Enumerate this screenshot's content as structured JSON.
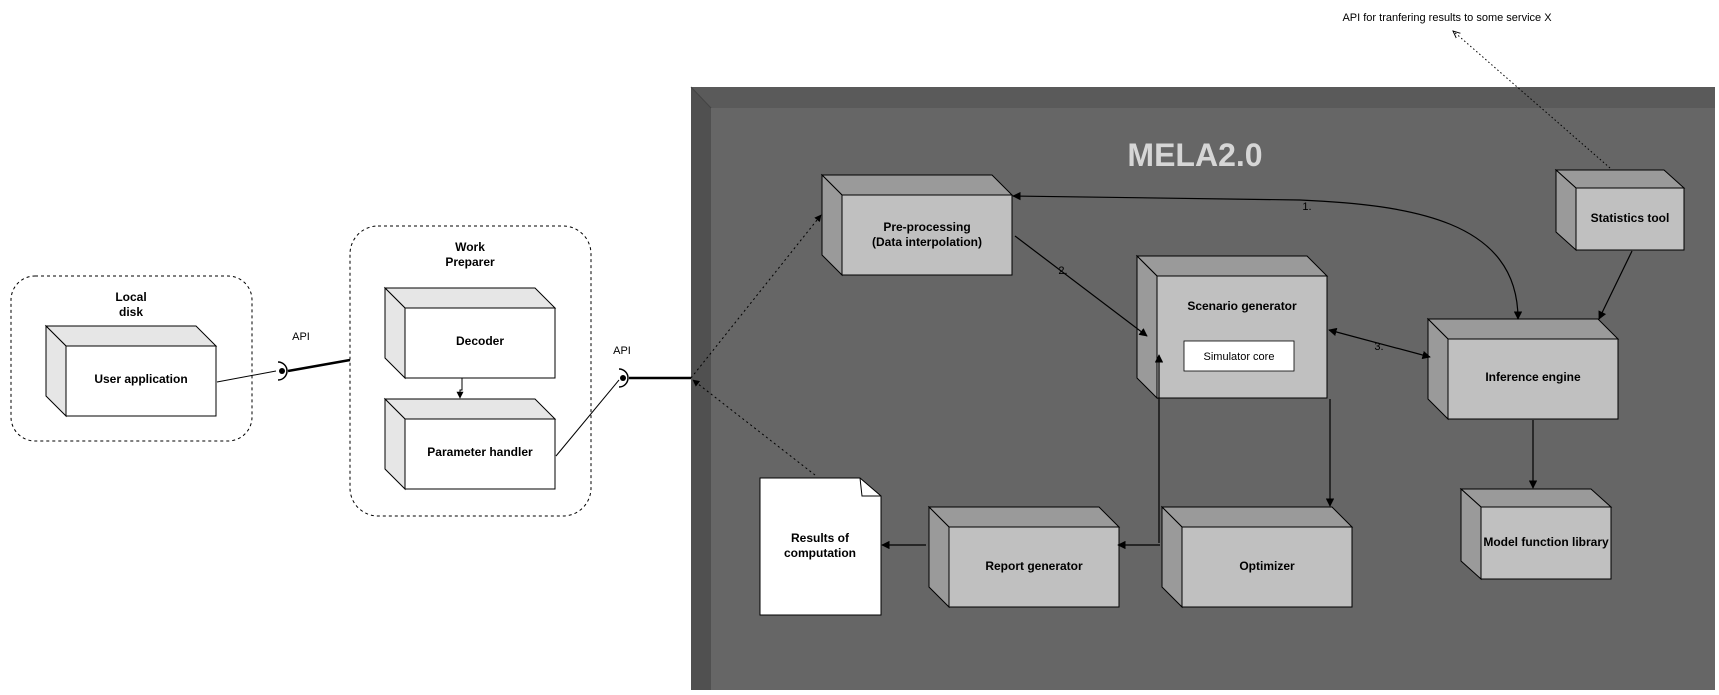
{
  "diagram": {
    "title": "MELA2.0",
    "annotation_top": "API for tranfering results to some service X",
    "api_label_left": "API",
    "api_label_right": "API",
    "local_disk": {
      "title_line1": "Local",
      "title_line2": "disk",
      "user_application": "User application"
    },
    "work_preparer": {
      "title_line1": "Work",
      "title_line2": "Preparer",
      "decoder": "Decoder",
      "parameter_handler": "Parameter handler"
    },
    "components": {
      "preprocessing_line1": "Pre-processing",
      "preprocessing_line2": "(Data interpolation)",
      "scenario_generator": "Scenario generator",
      "simulator_core": "Simulator core",
      "statistics_tool": "Statistics tool",
      "inference_engine": "Inference engine",
      "model_function_library": "Model function library",
      "optimizer": "Optimizer",
      "report_generator": "Report generator",
      "results_line1": "Results of",
      "results_line2": "computation"
    },
    "step_labels": {
      "step1": "1.",
      "step2": "2.",
      "step3": "3."
    }
  },
  "colors": {
    "outer_box_front": "#666666",
    "outer_box_side": "#505050",
    "node_front": "#c0c0c0",
    "node_side": "#9a9a9a",
    "white_node": "#ffffff",
    "white_side": "#e6e6e6",
    "title": "#d6d6d6"
  }
}
